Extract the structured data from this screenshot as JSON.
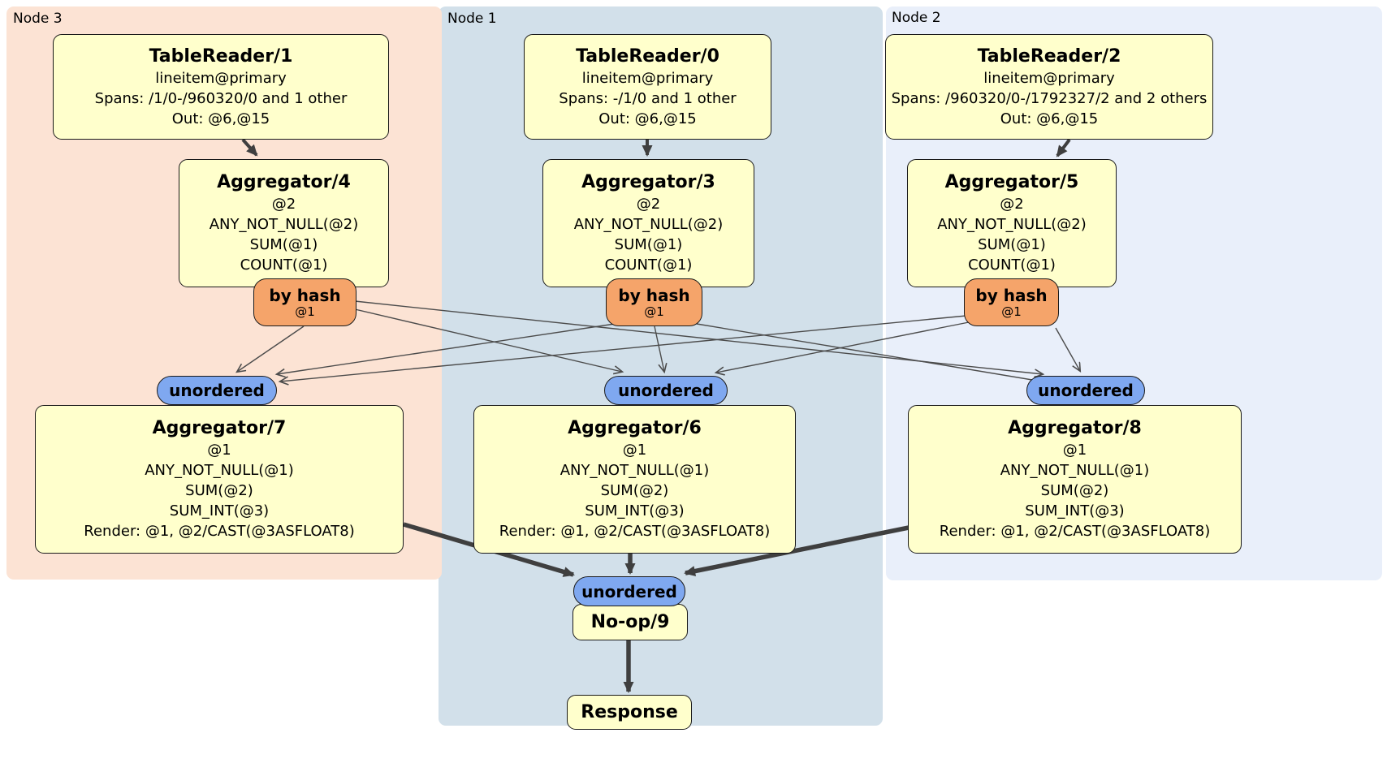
{
  "regions": [
    {
      "label": "Node 3"
    },
    {
      "label": "Node 1"
    },
    {
      "label": "Node 2"
    }
  ],
  "boxes": {
    "tr1": {
      "title": "TableReader/1",
      "lines": [
        "lineitem@primary",
        "Spans: /1/0-/960320/0 and 1 other",
        "Out: @6,@15"
      ]
    },
    "tr0": {
      "title": "TableReader/0",
      "lines": [
        "lineitem@primary",
        "Spans: -/1/0 and 1 other",
        "Out: @6,@15"
      ]
    },
    "tr2": {
      "title": "TableReader/2",
      "lines": [
        "lineitem@primary",
        "Spans: /960320/0-/1792327/2 and 2 others",
        "Out: @6,@15"
      ]
    },
    "agg4": {
      "title": "Aggregator/4",
      "lines": [
        "@2",
        "ANY_NOT_NULL(@2)",
        "SUM(@1)",
        "COUNT(@1)"
      ]
    },
    "agg3": {
      "title": "Aggregator/3",
      "lines": [
        "@2",
        "ANY_NOT_NULL(@2)",
        "SUM(@1)",
        "COUNT(@1)"
      ]
    },
    "agg5": {
      "title": "Aggregator/5",
      "lines": [
        "@2",
        "ANY_NOT_NULL(@2)",
        "SUM(@1)",
        "COUNT(@1)"
      ]
    },
    "agg7": {
      "title": "Aggregator/7",
      "lines": [
        "@1",
        "ANY_NOT_NULL(@1)",
        "SUM(@2)",
        "SUM_INT(@3)",
        "Render: @1, @2/CAST(@3ASFLOAT8)"
      ]
    },
    "agg6": {
      "title": "Aggregator/6",
      "lines": [
        "@1",
        "ANY_NOT_NULL(@1)",
        "SUM(@2)",
        "SUM_INT(@3)",
        "Render: @1, @2/CAST(@3ASFLOAT8)"
      ]
    },
    "agg8": {
      "title": "Aggregator/8",
      "lines": [
        "@1",
        "ANY_NOT_NULL(@1)",
        "SUM(@2)",
        "SUM_INT(@3)",
        "Render: @1, @2/CAST(@3ASFLOAT8)"
      ]
    },
    "noop": {
      "title": "No-op/9"
    },
    "response": {
      "title": "Response"
    }
  },
  "router": {
    "label": "by hash",
    "sublabel": "@1"
  },
  "sync": {
    "label": "unordered"
  },
  "colors": {
    "node3_bg": "#fce3d4",
    "node1_bg": "#d2e0ea",
    "node2_bg": "#e9effa",
    "box_fill": "#ffffcc",
    "router_fill": "#f5a46a",
    "sync_fill": "#7fa8f0",
    "edge": "#4c4c4c",
    "thick_edge": "#3f3f3f"
  }
}
